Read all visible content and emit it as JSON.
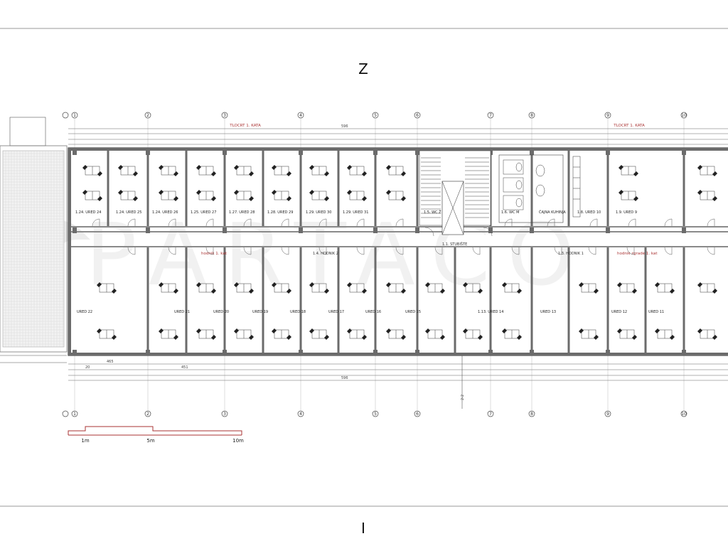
{
  "orientation": {
    "top": "Z",
    "bottom": "I"
  },
  "watermark": "SPARTACO",
  "plan_title": "TLOCRT 1. KATA",
  "axis_labels": [
    "1",
    "2",
    "3",
    "4",
    "5",
    "6",
    "7",
    "8",
    "9",
    "10"
  ],
  "dimensions": {
    "total": "596",
    "bay": "465",
    "bay_inner": "451",
    "small": "20"
  },
  "rooms_north": [
    "1.24. URED 24",
    "1.24. URED 25",
    "1.24. URED 26",
    "1.25. URED 27",
    "1.27. URED 28",
    "1.28. URED 29",
    "1.29. URED 30",
    "1.29. URED 31",
    "1.1. STUBIŠTE",
    "1.5. WC Ž",
    "1.6. WC M",
    "ČAJNA KUHINJA",
    "1.8. URED 10",
    "1.9. URED 9"
  ],
  "rooms_south": [
    "URED 22",
    "URED 21",
    "URED 20",
    "URED 19",
    "URED 18",
    "URED 17",
    "URED 16",
    "URED 15",
    "1.13. URED 14",
    "URED 13",
    "URED 12",
    "URED 11"
  ],
  "halls": {
    "hall_left": "hodnik 1. kat",
    "hall_2": "1.4. HODNIK 2",
    "stairs": "1.1. STUBIŠTE",
    "hall_1": "1.3. HODNIK 1",
    "hall_right": "hodnik zgrade 1. kat"
  },
  "section_label": "2-2",
  "scale_bar": {
    "labels": [
      "1m",
      "5m",
      "10m"
    ]
  }
}
